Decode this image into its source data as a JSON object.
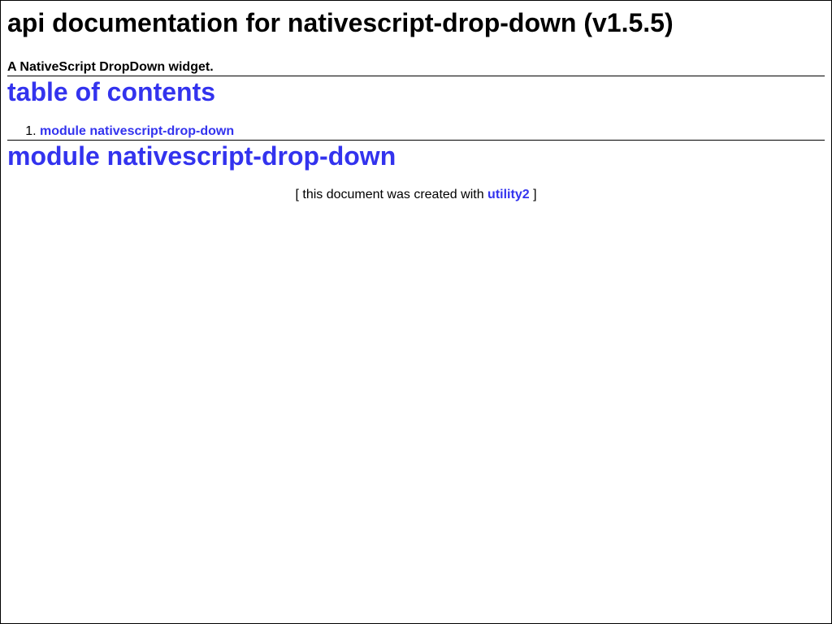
{
  "header": {
    "title": "api documentation for nativescript-drop-down (v1.5.5)",
    "subtitle": "A NativeScript DropDown widget."
  },
  "toc": {
    "title": "table of contents",
    "items": [
      {
        "label": "module nativescript-drop-down"
      }
    ]
  },
  "module": {
    "title": "module nativescript-drop-down"
  },
  "footer": {
    "prefix": "[ this document was created with",
    "link_label": "utility2",
    "suffix": "]"
  },
  "colors": {
    "link": "#3333ee",
    "text": "#000000",
    "background": "#ffffff"
  }
}
